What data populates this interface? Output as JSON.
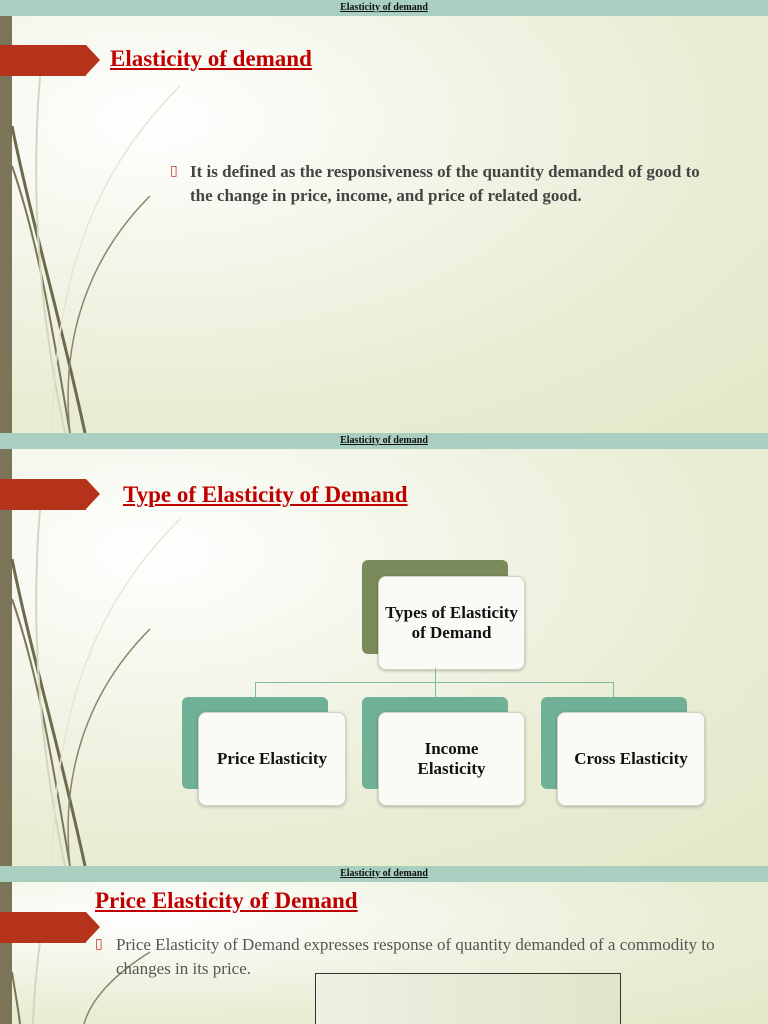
{
  "slides": [
    {
      "header": "Elasticity of demand",
      "title": "Elasticity of demand",
      "bullets": [
        "It is defined as the responsiveness of the quantity demanded of good to the change in price, income, and price of related good."
      ]
    },
    {
      "header": "Elasticity of demand",
      "title": "Type of Elasticity of Demand",
      "diagram": {
        "root": "Types of Elasticity of Demand",
        "children": [
          "Price Elasticity",
          "Income Elasticity",
          "Cross Elasticity"
        ]
      }
    },
    {
      "header": "Elasticity of demand",
      "title": "Price Elasticity of Demand",
      "bullets": [
        "Price Elasticity of Demand expresses response of quantity demanded of a commodity to changes in its price."
      ]
    }
  ],
  "colors": {
    "title": "#c00000",
    "arrow": "#b5331a",
    "header_strip": "#a8cfc0",
    "root_node_back": "#7a8a5a",
    "child_node_back": "#6fb097",
    "left_bar": "#7a7558"
  },
  "icons": {
    "bullet": "arrow-bullet-icon",
    "slide_marker": "chevron-banner-icon"
  }
}
